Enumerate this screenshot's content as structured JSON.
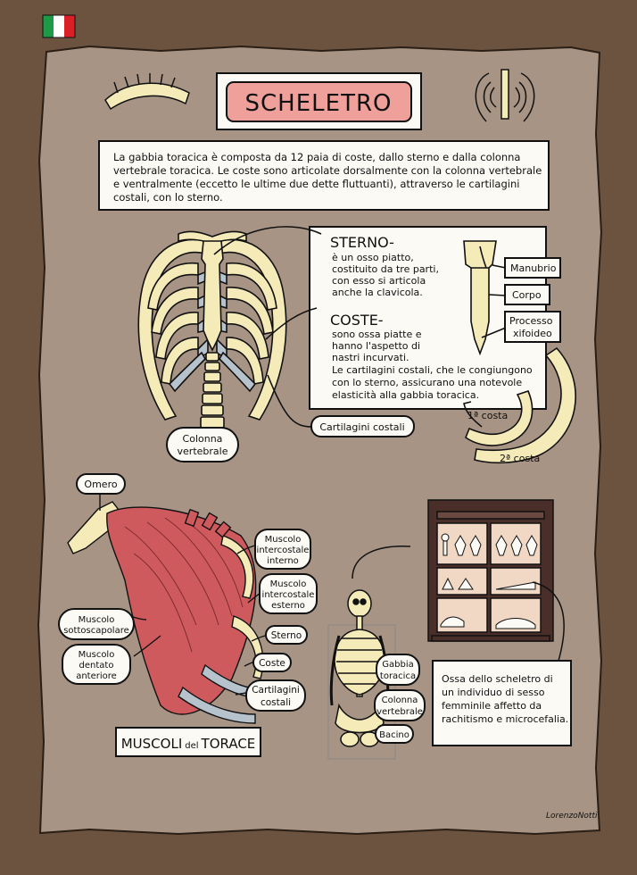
{
  "title": "SCHELETRO",
  "intro": [
    "La gabbia toracica è composta da 12 paia di coste, dallo sterno e dalla colonna",
    "vertebrale toracica. Le coste sono articolate dorsalmente con la colonna vertebrale",
    "e ventralmente (eccetto le ultime due dette fluttuanti), attraverso le cartilagini",
    "costali, con lo sterno."
  ],
  "sterno": {
    "heading": "STERNO-",
    "text": [
      "è un osso piatto,",
      "costituito da tre parti,",
      "con esso si articola",
      "anche la clavicola."
    ]
  },
  "coste": {
    "heading": "COSTE-",
    "text": [
      "sono ossa piatte e",
      "hanno l'aspetto di",
      "nastri incurvati.",
      "Le cartilagini costali, che le congiungono",
      "con lo sterno, assicurano una notevole",
      "elasticità alla gabbia toracica."
    ]
  },
  "sternum_parts": {
    "manubrio": "Manubrio",
    "corpo": "Corpo",
    "processo": [
      "Processo",
      "xifoideo"
    ]
  },
  "rib_labels": {
    "first": "1ª costa",
    "second": "2ª costa"
  },
  "ribcage_labels": {
    "colonna": [
      "Colonna",
      "vertebrale"
    ],
    "cartilagini": "Cartilagini costali"
  },
  "muscle_labels": {
    "omero": "Omero",
    "interno": [
      "Muscolo",
      "intercostale",
      "interno"
    ],
    "esterno": [
      "Muscolo",
      "intercostale",
      "esterno"
    ],
    "sottoscapolare": [
      "Muscolo",
      "sottoscapolare"
    ],
    "dentato": [
      "Muscolo",
      "dentato",
      "anteriore"
    ],
    "sterno": "Sterno",
    "coste": "Coste",
    "cartilagini": [
      "Cartilagini",
      "costali"
    ],
    "caption_left": "MUSCOLI",
    "caption_mid": "del",
    "caption_right": "TORACE"
  },
  "skeleton_labels": {
    "gabbia": [
      "Gabbia",
      "toracica"
    ],
    "colonna": [
      "Colonna",
      "vertebrale"
    ],
    "bacino": "Bacino"
  },
  "specimen_note": [
    "Ossa dello scheletro di",
    "un individuo di sesso",
    "femminile affetto da",
    "rachitismo e microcefalia."
  ],
  "signature": "LorenzoNotti",
  "colors": {
    "background": "#6b5340",
    "paper": "#a79484",
    "bone": "#f5ebb9",
    "cartilage": "#b7c3cc",
    "muscle": "#cf5a5e",
    "title_box": "#efa09a",
    "cabinet": "#4a2e2a"
  }
}
